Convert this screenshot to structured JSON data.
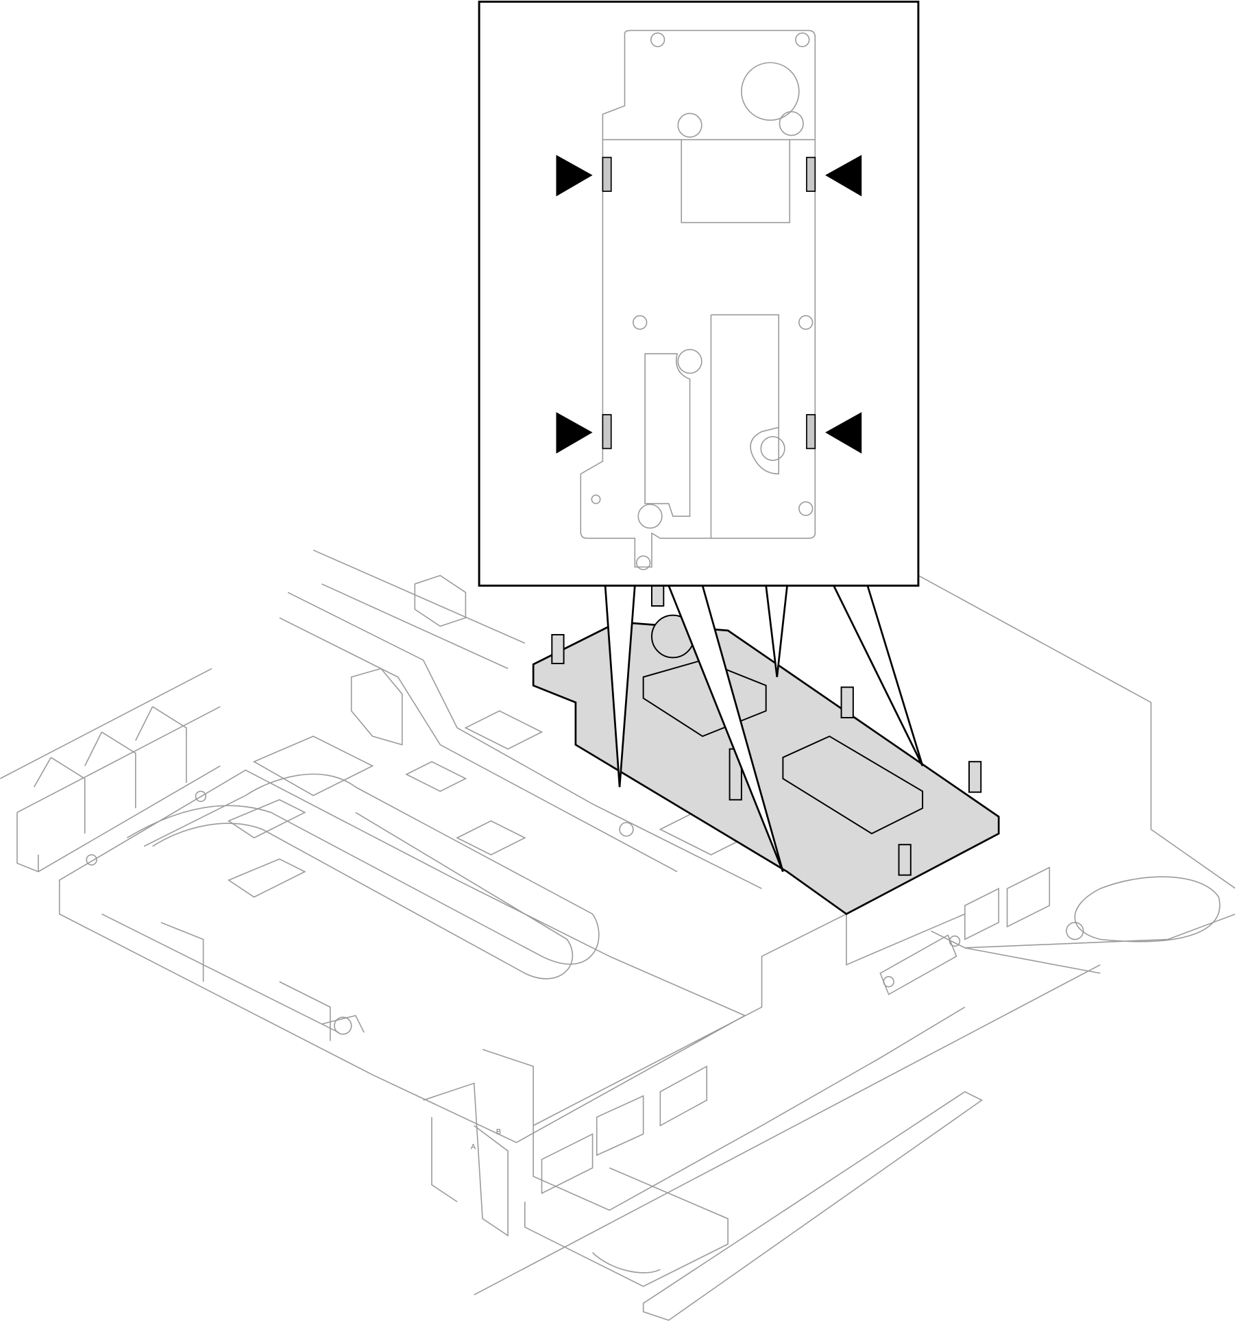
{
  "diagram": {
    "callout": {
      "arrow_color": "#000000",
      "tab_color": "#c8c8c8",
      "arrow_count": 4
    },
    "highlighted_part": {
      "fill_color": "#d9d9d9",
      "outline_color": "#000000"
    },
    "chassis_line_color": "#9a9a9a",
    "engraved_labels": {
      "a": "A",
      "b": "B"
    }
  }
}
